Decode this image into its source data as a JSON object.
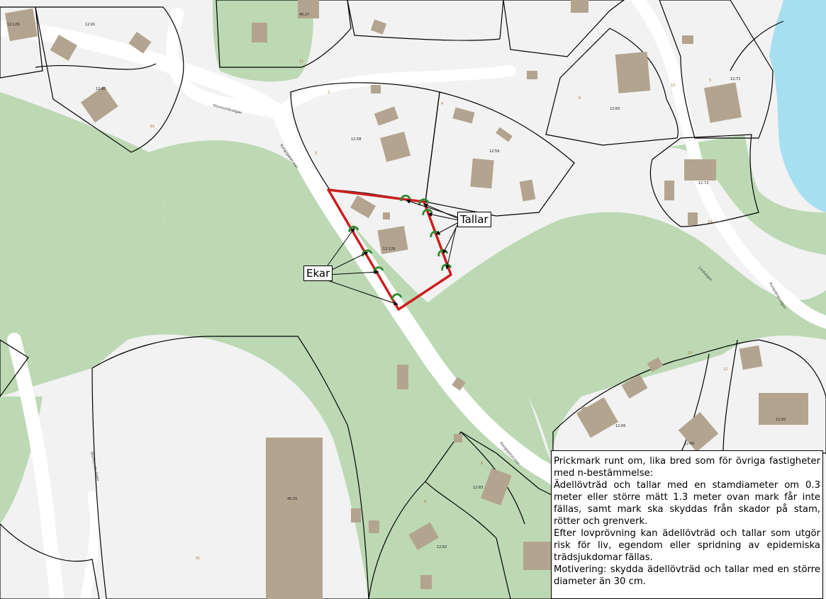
{
  "map": {
    "colors": {
      "forest": "#bcd9b4",
      "lot": "#f2f2f2",
      "road": "#ffffff",
      "building": "#b3a48f",
      "water": "#a6e0f0",
      "boundary": "#000000",
      "plan_area": "#cc1f1f",
      "tree_marker": "#2e8b2e"
    },
    "labels": {
      "ekar": "Ekar",
      "tallar": "Tallar"
    },
    "parcels": [
      "12:129",
      "12:91",
      "12:80",
      "40:27",
      "12:58",
      "12:59",
      "12:60",
      "12:71",
      "12:72",
      "12:126",
      "12:83",
      "12:82",
      "12:90",
      "12:92",
      "12:95",
      "40:35"
    ],
    "lot_numbers": [
      "81",
      "11",
      "2",
      "3",
      "4",
      "5",
      "6",
      "10",
      "14",
      "12",
      "13",
      "8",
      "9",
      "91"
    ],
    "roads": [
      "Skunsundsvägen",
      "Kungsgatan-kan",
      "Lindvägen",
      "Skunsundsvägen",
      "Kongsgatan-kan",
      "Kungsängsvägen"
    ],
    "legend_text": {
      "p1": "Prickmark runt om, lika bred som för övriga fastigheter med n-bestämmelse:",
      "p2": "Ädellövträd och tallar med en stamdiameter om 0.3 meter eller större mätt 1.3 meter ovan mark får inte fällas, samt mark ska skyddas från skador på stam, rötter och grenverk.",
      "p3": "Efter lovprövning kan ädellövträd och tallar som utgör risk för liv, egendom eller spridning av epidemiska trädsjukdomar fällas.",
      "p4": "Motivering: skydda ädellövträd och tallar med en större diameter än 30 cm."
    }
  }
}
